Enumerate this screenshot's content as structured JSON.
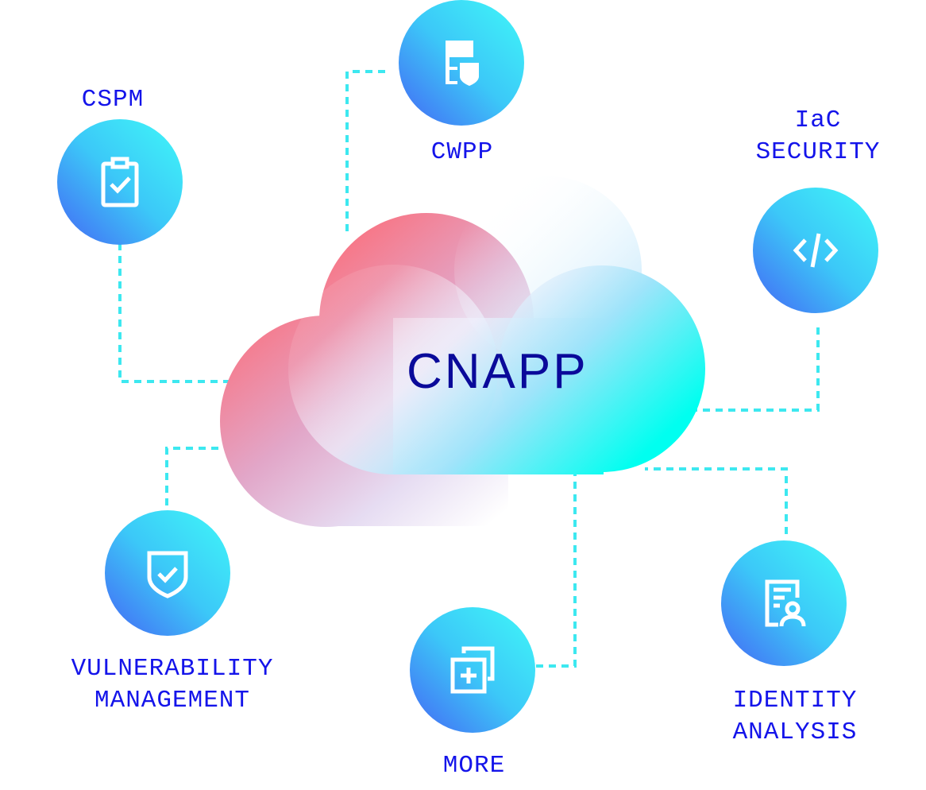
{
  "center": {
    "label": "CNAPP"
  },
  "nodes": [
    {
      "id": "cspm",
      "label": "CSPM",
      "icon": "clipboard-check-icon"
    },
    {
      "id": "cwpp",
      "label": "CWPP",
      "icon": "server-shield-icon"
    },
    {
      "id": "iac",
      "label": "IaC\nSECURITY",
      "icon": "code-icon"
    },
    {
      "id": "vuln",
      "label": "VULNERABILITY\nMANAGEMENT",
      "icon": "shield-check-icon"
    },
    {
      "id": "more",
      "label": "MORE",
      "icon": "add-copy-icon"
    },
    {
      "id": "identity",
      "label": "IDENTITY\nANALYSIS",
      "icon": "identity-badge-icon"
    }
  ],
  "colors": {
    "label": "#1414ea",
    "connector": "#3de8f0",
    "node_start": "#4466f4",
    "node_end": "#40f8f8",
    "center_text": "#0a0a9a"
  }
}
